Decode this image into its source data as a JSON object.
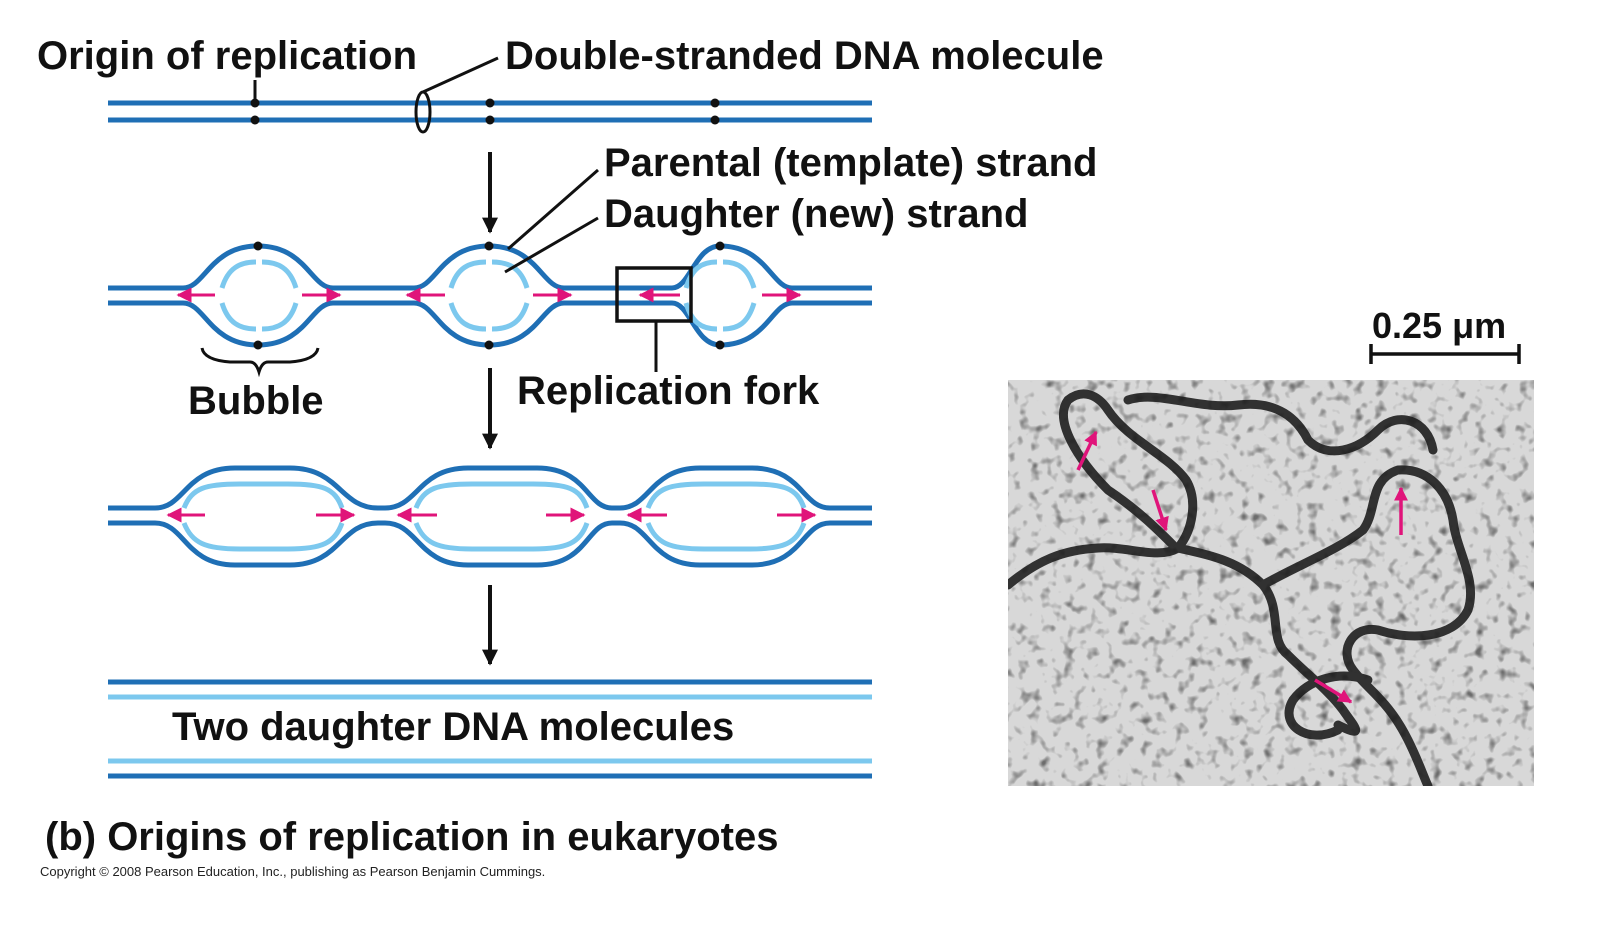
{
  "labels": {
    "origin": "Origin of replication",
    "double_stranded": "Double-stranded DNA molecule",
    "parental": "Parental (template) strand",
    "daughter": "Daughter (new) strand",
    "bubble": "Bubble",
    "fork": "Replication fork",
    "two_daughter": "Two daughter DNA molecules"
  },
  "title": "(b) Origins of replication in eukaryotes",
  "copyright": "Copyright © 2008 Pearson Education, Inc., publishing as Pearson Benjamin Cummings.",
  "scale_bar": "0.25 μm",
  "colors": {
    "parental_strand": "#1f6fb5",
    "daughter_strand": "#7cc8ee",
    "arrow": "#e0147a",
    "ink": "#111111"
  }
}
